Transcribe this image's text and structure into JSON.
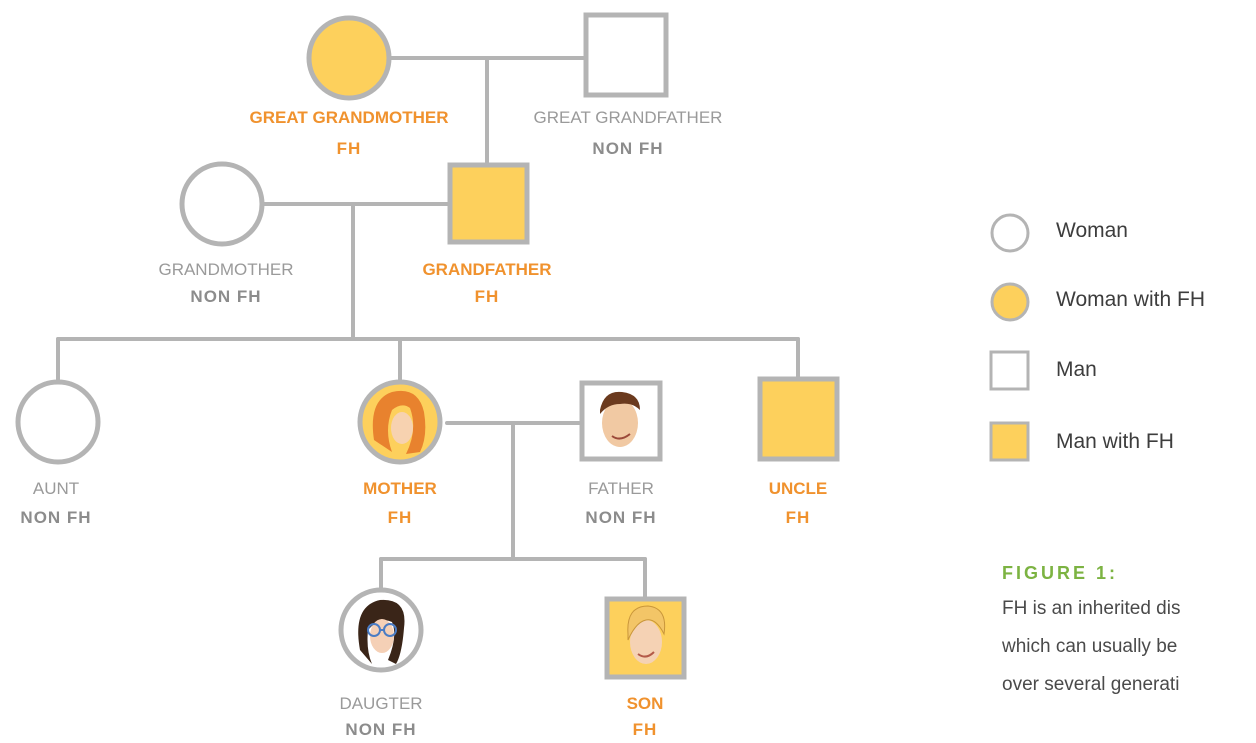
{
  "colors": {
    "fh_fill": "#fdd05c",
    "outline": "#b4b4b4",
    "fh_text": "#f0922e",
    "non_fh_text": "#9a9a9a",
    "figure_heading": "#7cb342"
  },
  "people": {
    "great_grandmother": {
      "name": "GREAT GRANDMOTHER",
      "status": "FH"
    },
    "great_grandfather": {
      "name": "GREAT GRANDFATHER",
      "status": "NON FH"
    },
    "grandmother": {
      "name": "GRANDMOTHER",
      "status": "NON FH"
    },
    "grandfather": {
      "name": "GRANDFATHER",
      "status": "FH"
    },
    "aunt": {
      "name": "AUNT",
      "status": "NON FH"
    },
    "mother": {
      "name": "MOTHER",
      "status": "FH"
    },
    "father": {
      "name": "FATHER",
      "status": "NON FH"
    },
    "uncle": {
      "name": "UNCLE",
      "status": "FH"
    },
    "daughter": {
      "name": "DAUGTER",
      "status": "NON FH"
    },
    "son": {
      "name": "SON",
      "status": "FH"
    }
  },
  "legend": {
    "woman": "Woman",
    "woman_fh": "Woman with FH",
    "man": "Man",
    "man_fh": "Man with FH"
  },
  "figure": {
    "heading": "FIGURE 1:",
    "caption_lines": [
      "FH is an inherited dis",
      "which can usually be",
      "over several generati"
    ]
  }
}
